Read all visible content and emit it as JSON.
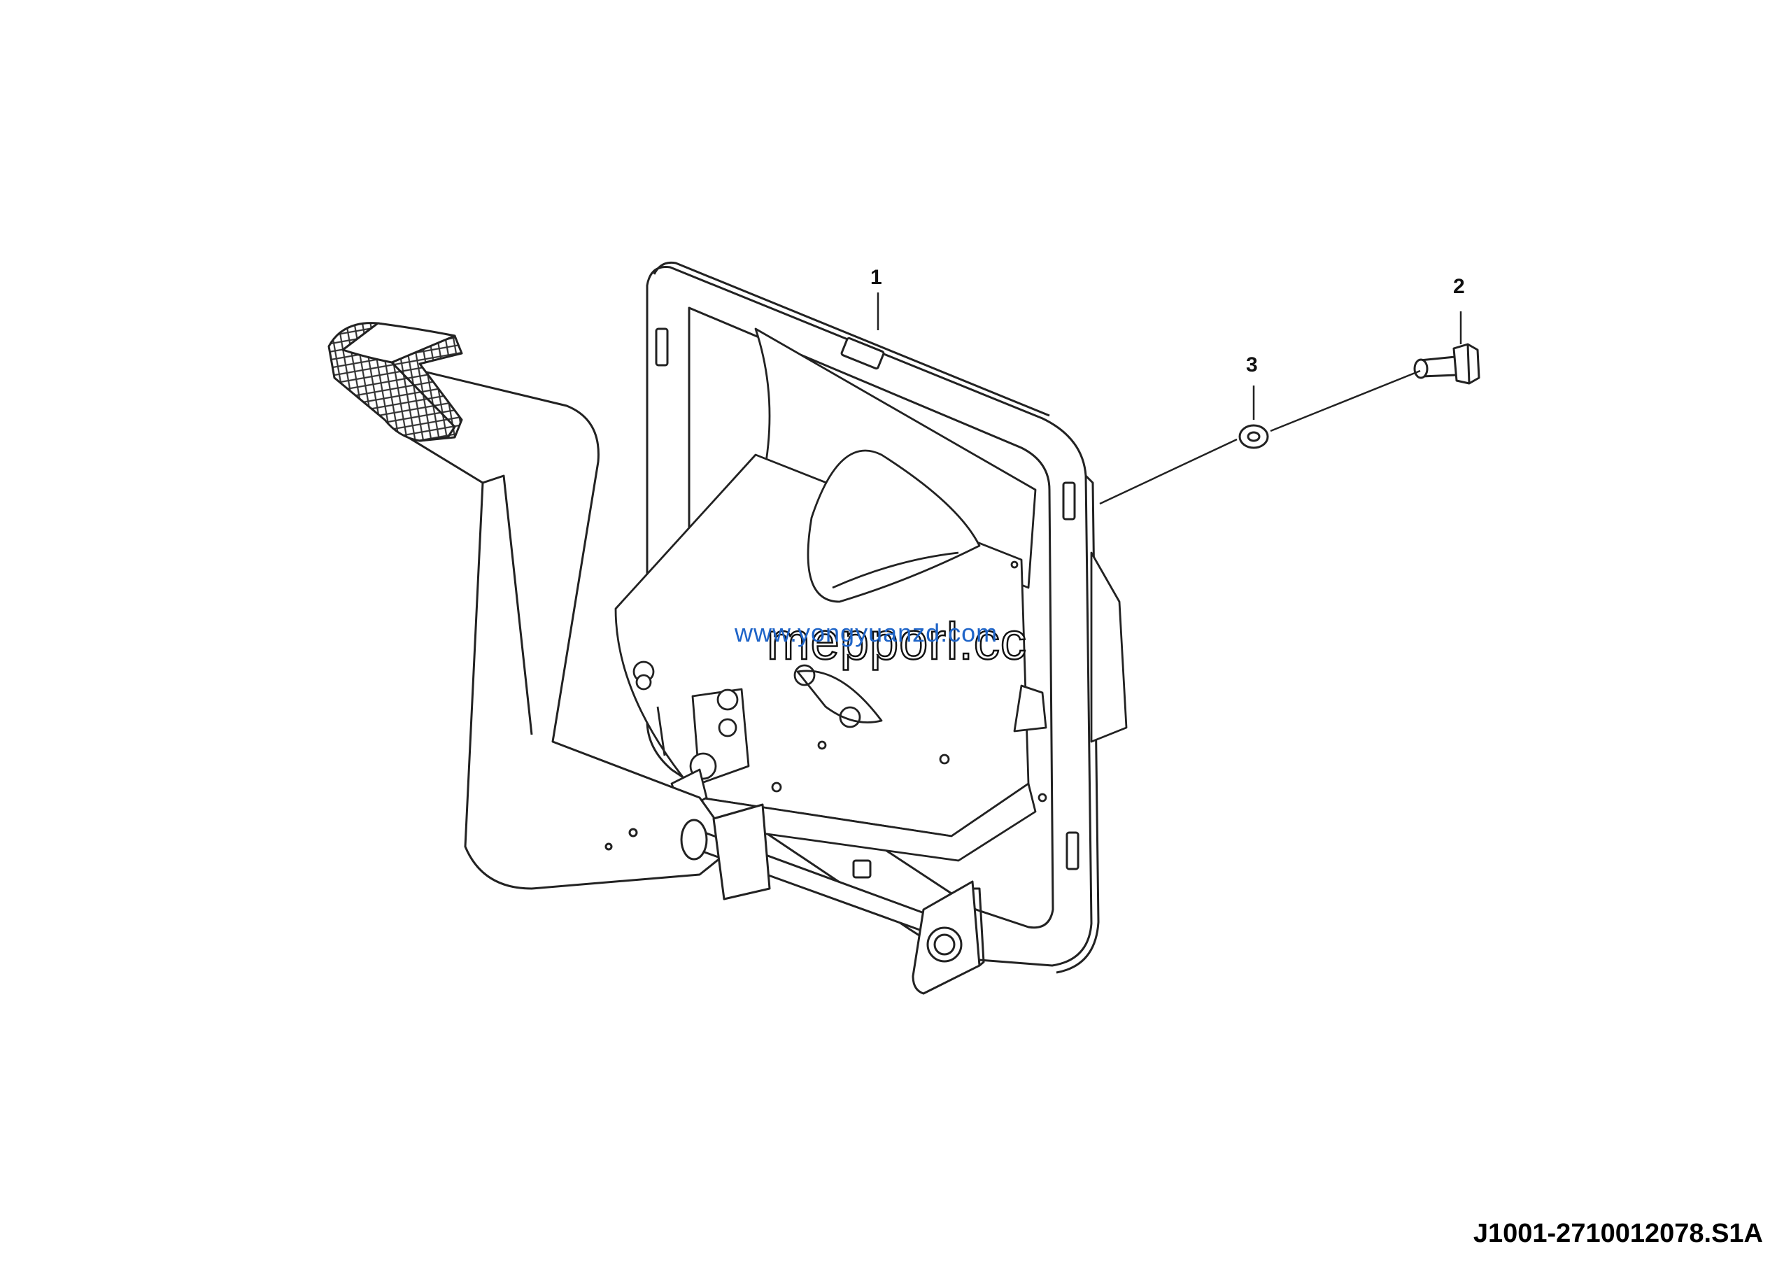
{
  "callouts": [
    {
      "id": "1",
      "label": "1"
    },
    {
      "id": "2",
      "label": "2"
    },
    {
      "id": "3",
      "label": "3"
    }
  ],
  "drawing_code": "J1001-2710012078.S1A",
  "watermarks": {
    "url": "www.yongyuanzd.com",
    "brand": "mepporl.cc"
  },
  "colors": {
    "line": "#222222",
    "watermark_blue": "#1e64c8",
    "background": "#ffffff"
  }
}
